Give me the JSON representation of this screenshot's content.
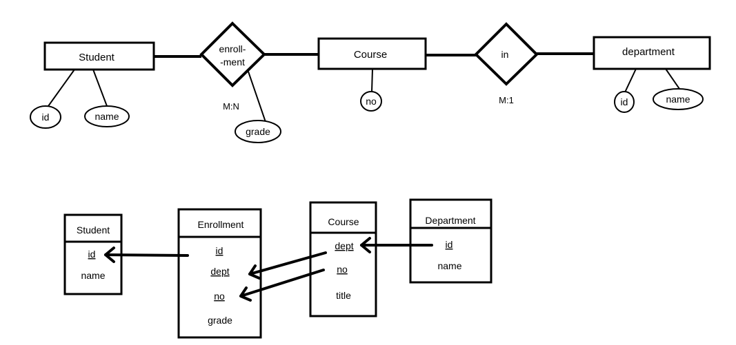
{
  "er_diagram": {
    "entities": {
      "student": "Student",
      "course": "Course",
      "department": "department"
    },
    "relationships": {
      "enrollment": [
        "enroll-",
        "-ment"
      ],
      "in": "in"
    },
    "cardinalities": {
      "enrollment": "M:N",
      "in": "M:1"
    },
    "attributes": {
      "student_id": "id",
      "student_name": "name",
      "enrollment_grade": "grade",
      "course_no": "no",
      "department_id": "id",
      "department_name": "name"
    }
  },
  "tables": {
    "student": {
      "title": "Student",
      "fields": [
        {
          "name": "id",
          "key": true
        },
        {
          "name": "name",
          "key": false
        }
      ]
    },
    "enrollment": {
      "title": "Enrollment",
      "fields": [
        {
          "name": "id",
          "key": true
        },
        {
          "name": "dept",
          "key": true
        },
        {
          "name": "no",
          "key": true
        },
        {
          "name": "grade",
          "key": false
        }
      ]
    },
    "course": {
      "title": "Course",
      "fields": [
        {
          "name": "dept",
          "key": true
        },
        {
          "name": "no",
          "key": true
        },
        {
          "name": "title",
          "key": false
        }
      ]
    },
    "department": {
      "title": "Department",
      "fields": [
        {
          "name": "id",
          "key": true
        },
        {
          "name": "name",
          "key": false
        }
      ]
    }
  },
  "foreign_keys": [
    {
      "from": "Enrollment.id",
      "to": "Student.id"
    },
    {
      "from": "Course.dept",
      "to": "Enrollment.dept"
    },
    {
      "from": "Course.no",
      "to": "Enrollment.no"
    },
    {
      "from": "Department.id",
      "to": "Course.dept"
    }
  ]
}
